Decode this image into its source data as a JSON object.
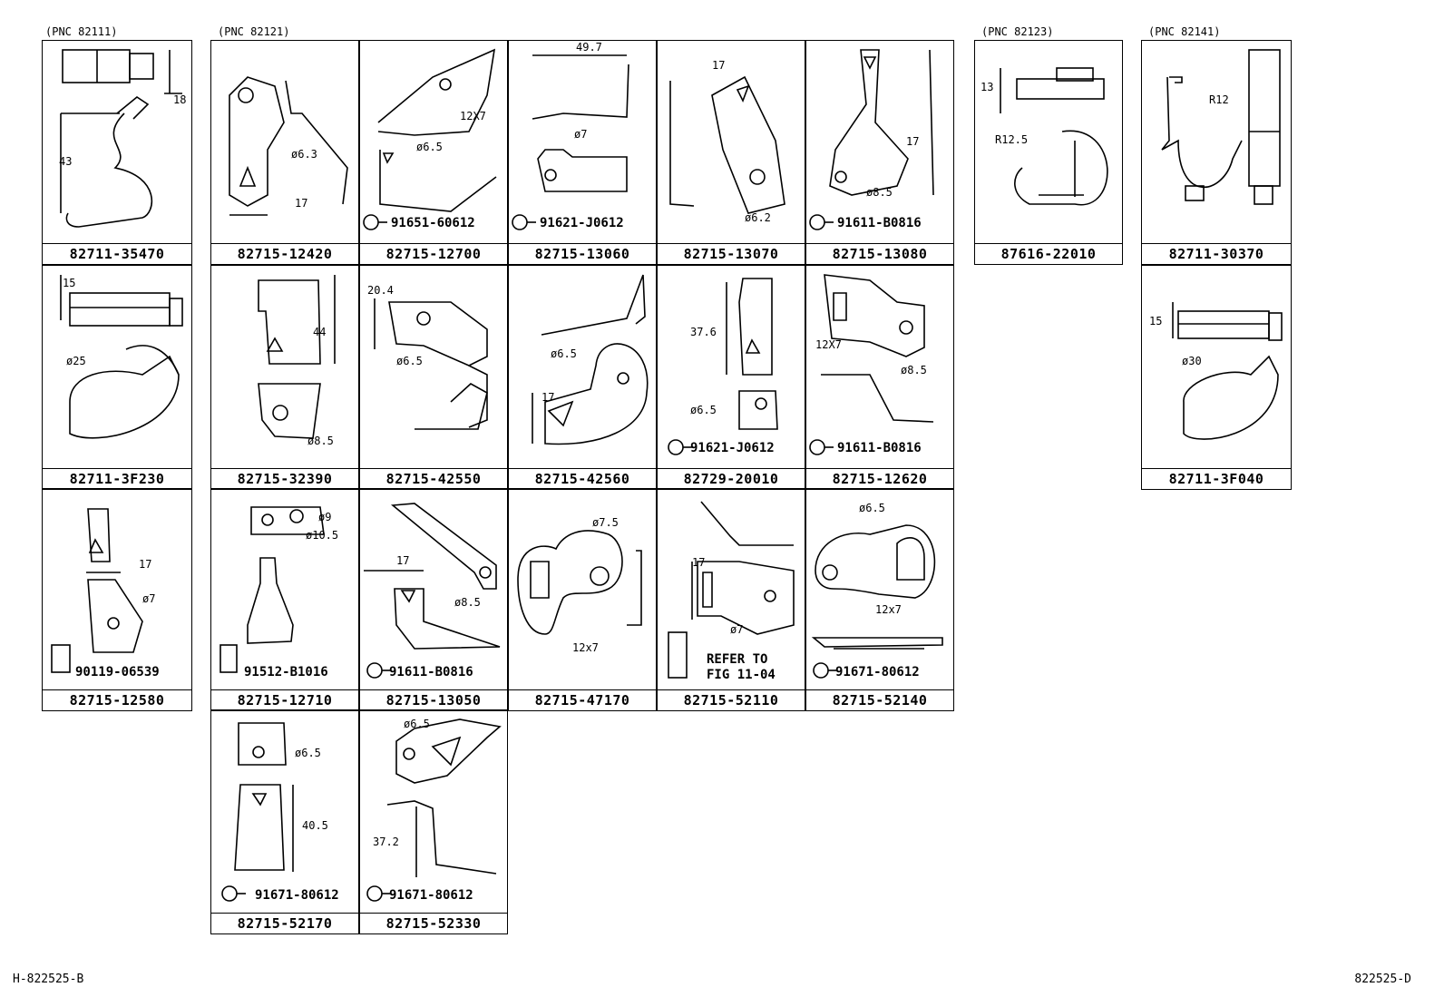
{
  "groups": [
    "(PNC 82111)",
    "(PNC 82121)",
    "(PNC 82123)",
    "(PNC 82141)"
  ],
  "cells": [
    {
      "id": "c1",
      "part": "82711-35470",
      "anns": [
        "18",
        "43"
      ]
    },
    {
      "id": "c2",
      "part": "82715-12420",
      "anns": [
        "ø6.3",
        "17"
      ]
    },
    {
      "id": "c3",
      "part": "82715-12700",
      "anns": [
        "12X7",
        "ø6.5"
      ],
      "sub": "91651-60612"
    },
    {
      "id": "c4",
      "part": "82715-13060",
      "anns": [
        "49.7",
        "ø7"
      ],
      "sub": "91621-J0612"
    },
    {
      "id": "c5",
      "part": "82715-13070",
      "anns": [
        "17",
        "ø6.2"
      ]
    },
    {
      "id": "c6",
      "part": "82715-13080",
      "anns": [
        "17",
        "ø8.5"
      ],
      "sub": "91611-B0816"
    },
    {
      "id": "c7",
      "part": "87616-22010",
      "anns": [
        "13",
        "R12.5"
      ]
    },
    {
      "id": "c8",
      "part": "82711-30370",
      "anns": [
        "R12"
      ]
    },
    {
      "id": "c9",
      "part": "82711-3F230",
      "anns": [
        "15",
        "ø25"
      ]
    },
    {
      "id": "c10",
      "part": "82715-32390",
      "anns": [
        "44",
        "ø8.5"
      ]
    },
    {
      "id": "c11",
      "part": "82715-42550",
      "anns": [
        "20.4",
        "ø6.5"
      ]
    },
    {
      "id": "c12",
      "part": "82715-42560",
      "anns": [
        "ø6.5",
        "17"
      ]
    },
    {
      "id": "c13",
      "part": "82729-20010",
      "anns": [
        "37.6",
        "ø6.5"
      ],
      "sub": "91621-J0612"
    },
    {
      "id": "c14",
      "part": "82715-12620",
      "anns": [
        "12X7",
        "ø8.5"
      ],
      "sub": "91611-B0816"
    },
    {
      "id": "c15",
      "part": "82711-3F040",
      "anns": [
        "15",
        "ø30"
      ]
    },
    {
      "id": "c16",
      "part": "82715-12580",
      "anns": [
        "17",
        "ø7"
      ],
      "sub": "90119-06539"
    },
    {
      "id": "c17",
      "part": "82715-12710",
      "anns": [
        "ø9",
        "ø10.5"
      ],
      "sub": "91512-B1016"
    },
    {
      "id": "c18",
      "part": "82715-13050",
      "anns": [
        "17",
        "ø8.5"
      ],
      "sub": "91611-B0816"
    },
    {
      "id": "c19",
      "part": "82715-47170",
      "anns": [
        "ø7.5",
        "12x7"
      ]
    },
    {
      "id": "c20",
      "part": "82715-52110",
      "anns": [
        "17",
        "ø7"
      ],
      "sub": "REFER TO",
      "sub2": "FIG 11-04"
    },
    {
      "id": "c21",
      "part": "82715-52140",
      "anns": [
        "ø6.5",
        "12x7"
      ],
      "sub": "91671-80612"
    },
    {
      "id": "c22",
      "part": "82715-52170",
      "anns": [
        "ø6.5",
        "40.5"
      ],
      "sub": "91671-80612"
    },
    {
      "id": "c23",
      "part": "82715-52330",
      "anns": [
        "ø6.5",
        "37.2"
      ],
      "sub": "91671-80612"
    }
  ],
  "footer": {
    "left": "H-822525-B",
    "right": "822525-D"
  }
}
